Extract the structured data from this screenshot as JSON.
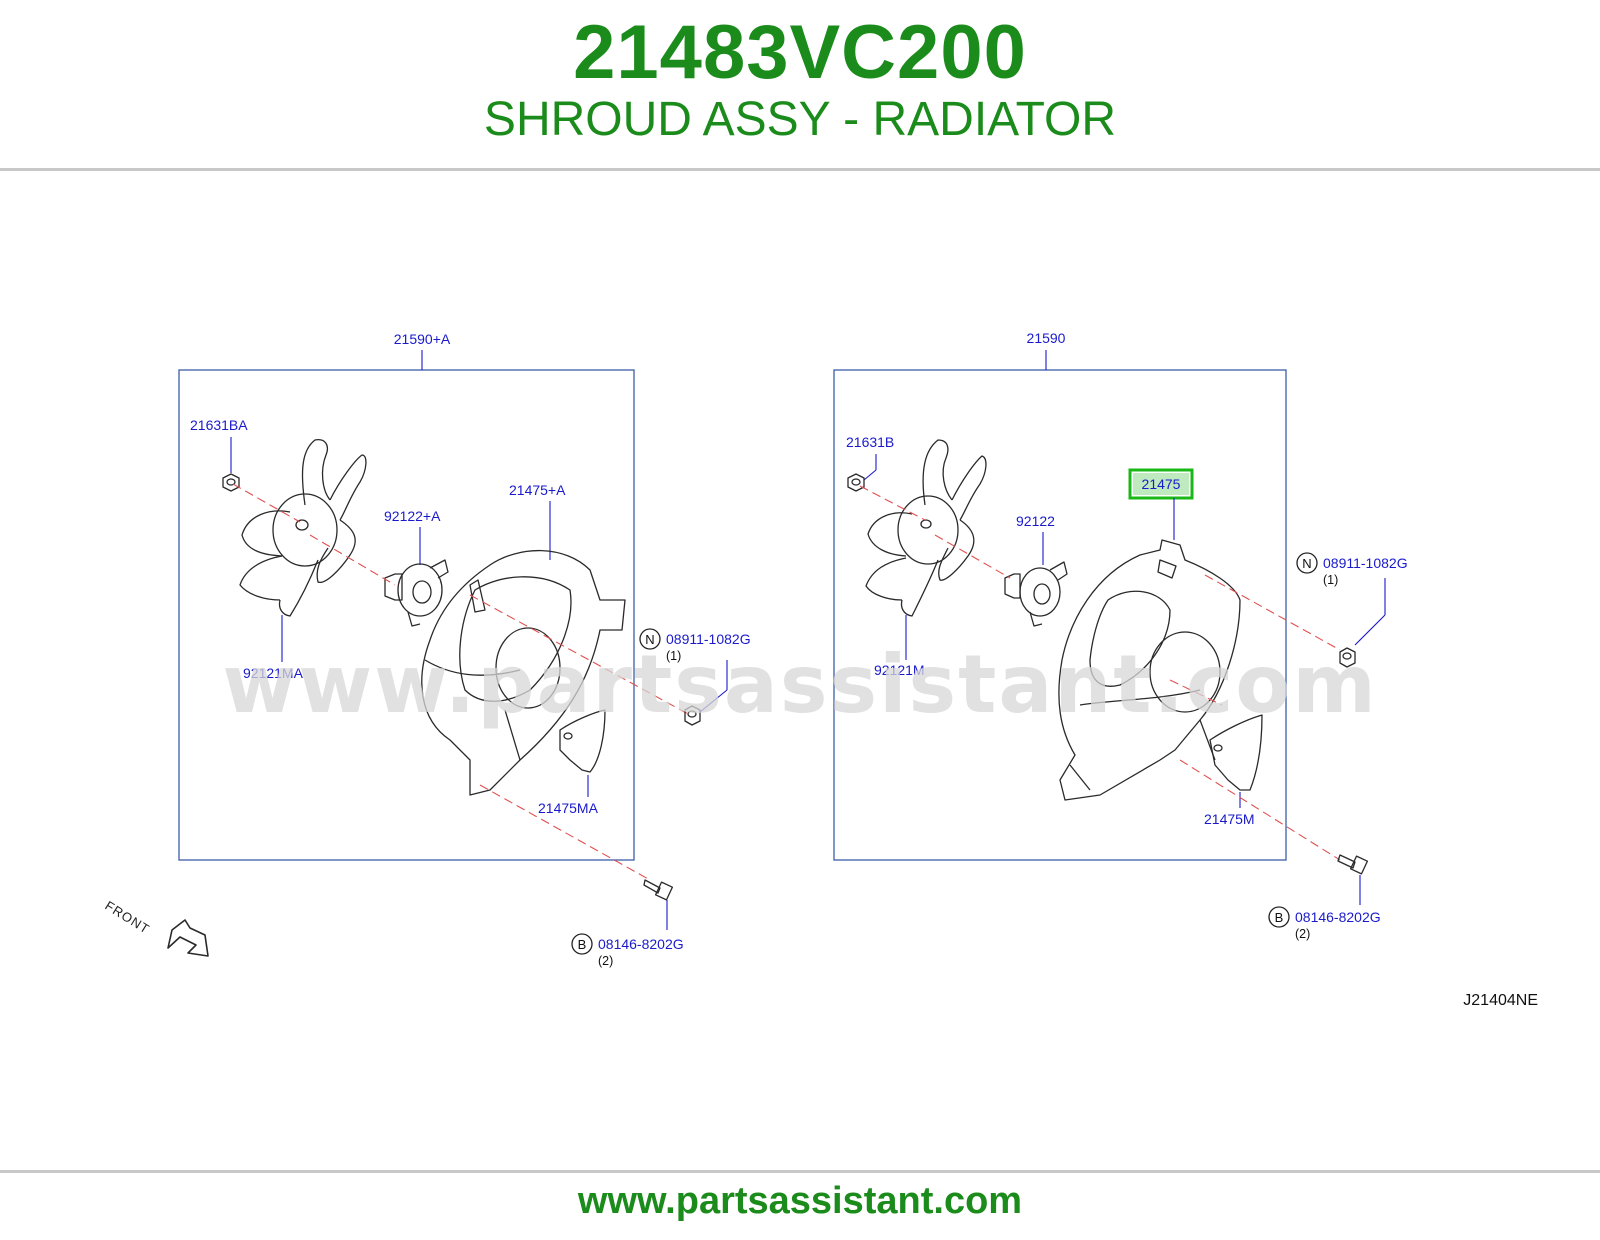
{
  "header": {
    "part_number": "21483VC200",
    "part_name": "SHROUD ASSY - RADIATOR"
  },
  "watermark": "www.partsassistant.com",
  "footer": {
    "url": "www.partsassistant.com"
  },
  "diagram": {
    "diagram_code": "J21404NE",
    "front_label": "FRONT",
    "left_assembly": {
      "assembly_label": "21590+A",
      "parts": {
        "nut": "21631BA",
        "motor": "92122+A",
        "fan": "92121MA",
        "shroud": "21475+A",
        "cover": "21475MA"
      }
    },
    "right_assembly": {
      "assembly_label": "21590",
      "parts": {
        "nut": "21631B",
        "motor": "92122",
        "fan": "92121M",
        "shroud": "21475",
        "cover": "21475M"
      }
    },
    "left_hardware": {
      "nut": {
        "badge": "N",
        "part": "08911-1082G",
        "qty": "(1)"
      },
      "bolt": {
        "badge": "B",
        "part": "08146-8202G",
        "qty": "(2)"
      }
    },
    "right_hardware": {
      "nut": {
        "badge": "N",
        "part": "08911-1082G",
        "qty": "(1)"
      },
      "bolt": {
        "badge": "B",
        "part": "08146-8202G",
        "qty": "(2)"
      }
    },
    "highlight_color": "#18b818",
    "label_color": "#1a1acc"
  }
}
